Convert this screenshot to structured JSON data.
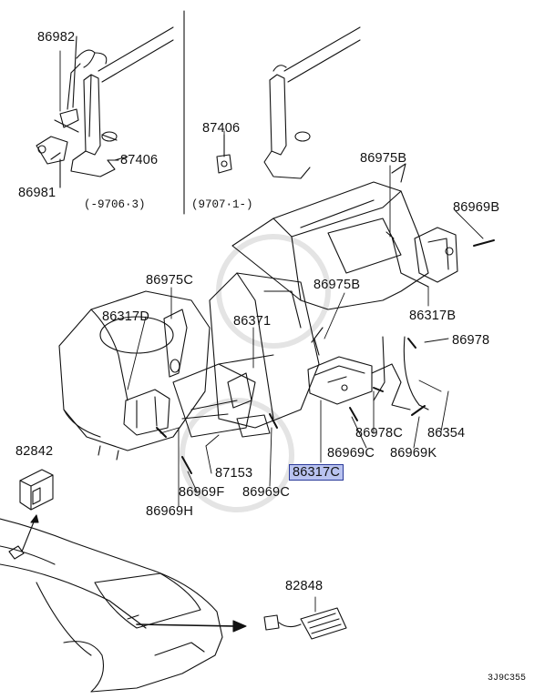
{
  "parts": {
    "p86982": "86982",
    "p86981": "86981",
    "p87406a": "87406",
    "p87406b": "87406",
    "p86975b_top": "86975B",
    "p86969b": "86969B",
    "p86975c": "86975C",
    "p86975b_mid": "86975B",
    "p86317d": "86317D",
    "p86371": "86371",
    "p86317b": "86317B",
    "p86978": "86978",
    "p86978c": "86978C",
    "p86354": "86354",
    "p86969c_a": "86969C",
    "p86969k": "86969K",
    "p86317c": "86317C",
    "p82842": "82842",
    "p87153": "87153",
    "p86969f": "86969F",
    "p86969c_b": "86969C",
    "p86969h": "86969H",
    "p82848": "82848"
  },
  "ranges": {
    "left": "(-9706·3)",
    "right": "(9707·1-)"
  },
  "diagram_code": "3J9C355",
  "highlight_color": "#b9c3f0"
}
